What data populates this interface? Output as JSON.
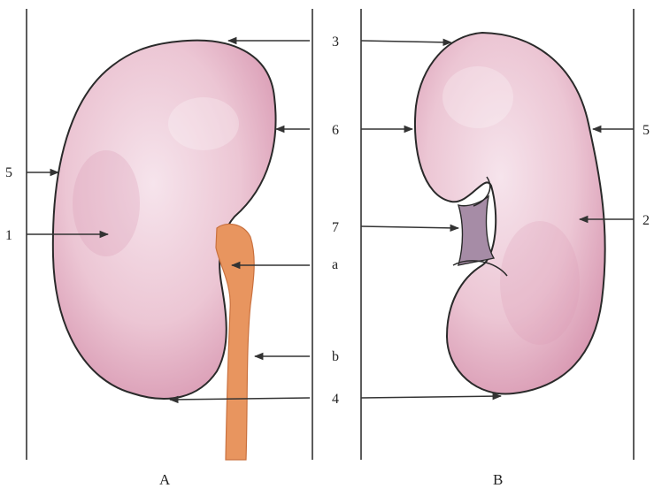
{
  "captions": {
    "left": "A",
    "right": "B"
  },
  "labels": {
    "l3": "3",
    "l6": "6",
    "l7": "7",
    "la": "a",
    "lb": "b",
    "l4": "4",
    "l5_left": "5",
    "l1": "1",
    "l5_right": "5",
    "l2": "2"
  },
  "colors": {
    "kidney_fill": "#ecc6d4",
    "kidney_light": "#f6e4ec",
    "kidney_dark": "#d99ab3",
    "ureter": "#e8955f",
    "ureter_edge": "#c9713f",
    "hilum": "#a68ca6",
    "ink": "#2a2a2a"
  }
}
